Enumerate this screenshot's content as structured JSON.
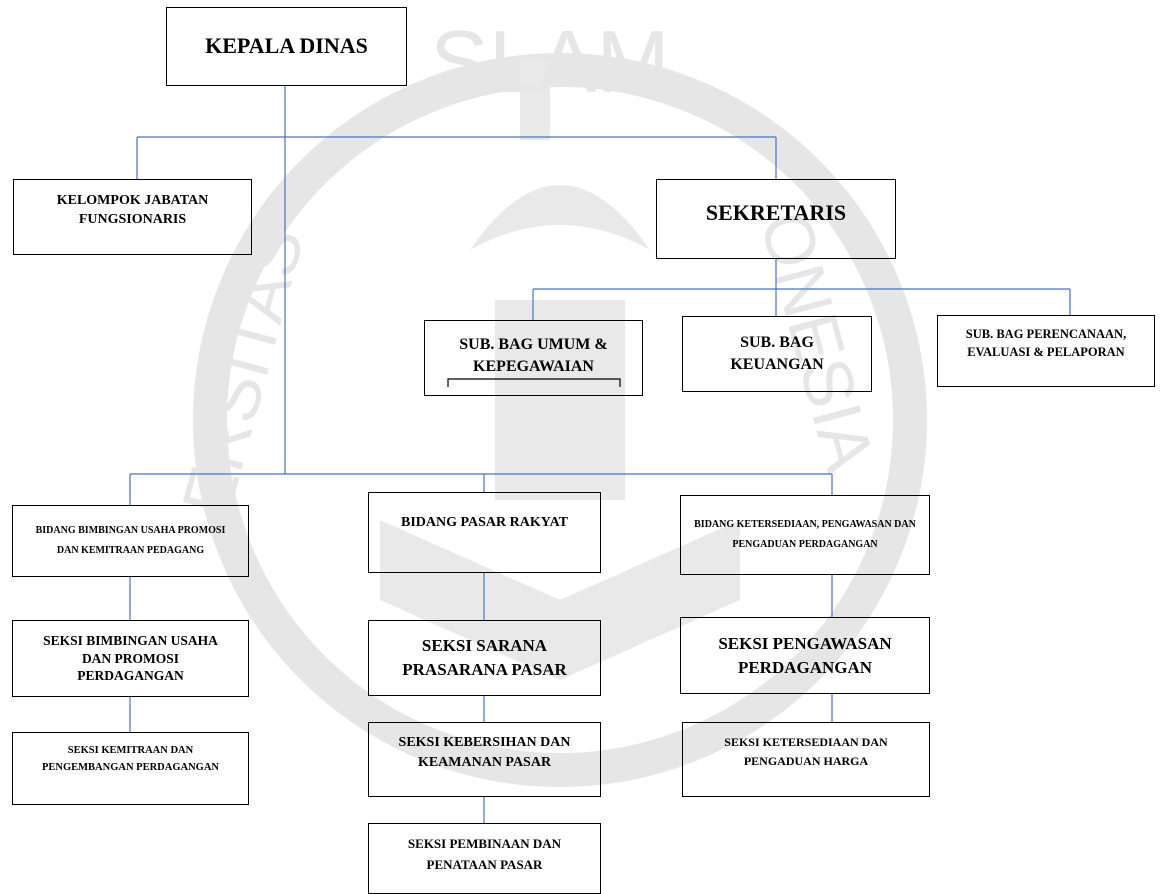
{
  "chart": {
    "head": "KEPALA DINAS",
    "fungsional": "KELOMPOK JABATAN FUNGSIONARIS",
    "sekretaris": "SEKRETARIS",
    "subbag_umum": "SUB. BAG UMUM & KEPEGAWAIAN",
    "subbag_keuangan": "SUB. BAG KEUANGAN",
    "subbag_perencanaan": "SUB. BAG PERENCANAAN, EVALUASI & PELAPORAN",
    "bidang_bimbingan": "BIDANG BIMBINGAN USAHA PROMOSI DAN KEMITRAAN PEDAGANG",
    "bidang_pasar": "BIDANG PASAR RAKYAT",
    "bidang_ketersediaan": "BIDANG KETERSEDIAAN, PENGAWASAN DAN PENGADUAN PERDAGANGAN",
    "seksi_bimbingan": "SEKSI BIMBINGAN USAHA DAN PROMOSI PERDAGANGAN",
    "seksi_kemitraan": "SEKSI KEMITRAAN DAN PENGEMBANGAN PERDAGANGAN",
    "seksi_sarana": "SEKSI SARANA PRASARANA PASAR",
    "seksi_kebersihan": "SEKSI KEBERSIHAN DAN KEAMANAN PASAR",
    "seksi_pembinaan": "SEKSI PEMBINAAN DAN PENATAAN PASAR",
    "seksi_pengawasan": "SEKSI PENGAWASAN PERDAGANGAN",
    "seksi_ketersediaan": "SEKSI KETERSEDIAAN DAN PENGADUAN HARGA"
  },
  "colors": {
    "connector": "#4a72c4",
    "border": "#000000",
    "watermark": "#e6e6e6"
  },
  "watermark": {
    "arc_top": "SLAM",
    "arc_left": "ERSITAS",
    "arc_right": "ONESIA"
  }
}
